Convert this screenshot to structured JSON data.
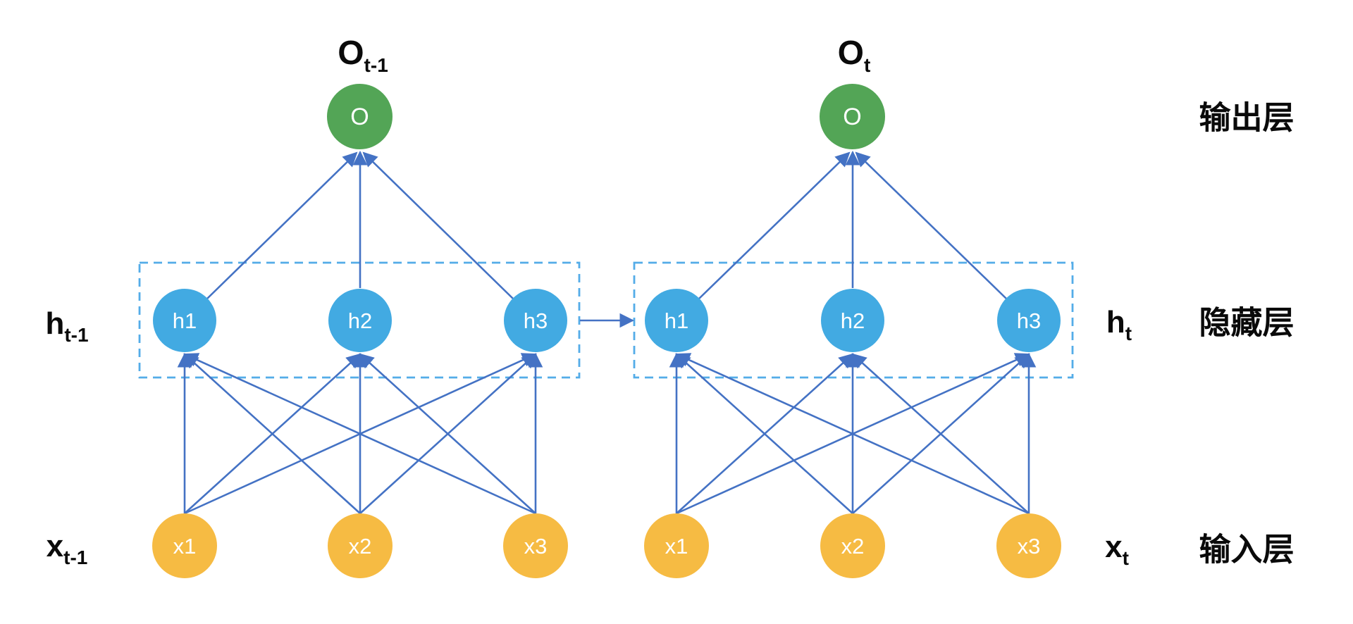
{
  "node_labels": {
    "output": "O",
    "hidden": [
      "h1",
      "h2",
      "h3"
    ],
    "input": [
      "x1",
      "x2",
      "x3"
    ]
  },
  "time_labels": {
    "output_prev": {
      "base": "O",
      "sub": "t-1"
    },
    "output_curr": {
      "base": "O",
      "sub": "t"
    },
    "hidden_prev": {
      "base": "h",
      "sub": "t-1"
    },
    "hidden_curr": {
      "base": "h",
      "sub": "t"
    },
    "input_prev": {
      "base": "x",
      "sub": "t-1"
    },
    "input_curr": {
      "base": "x",
      "sub": "t"
    }
  },
  "layer_labels": {
    "output": "输出层",
    "hidden": "隐藏层",
    "input": "输入层"
  },
  "colors": {
    "output_node": "#53A556",
    "hidden_node": "#42AAE2",
    "input_node": "#F6BB43",
    "connector": "#4472C4",
    "dashed_box": "#54ACE8",
    "text": "#0a0a0a",
    "node_text": "#ffffff"
  }
}
